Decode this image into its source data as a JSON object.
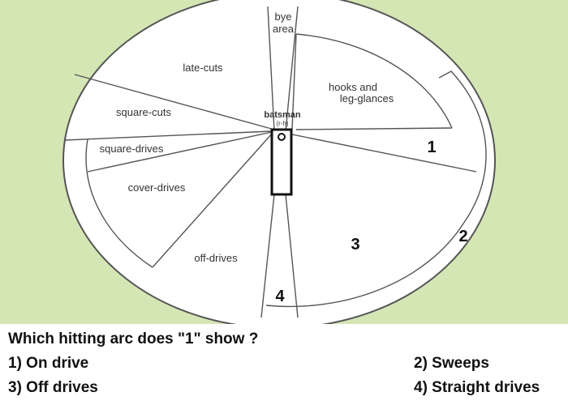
{
  "diagram": {
    "labels": {
      "bye_area_1": "bye",
      "bye_area_2": "area",
      "late_cuts": "late-cuts",
      "hooks_1": "hooks and",
      "hooks_2": "leg-glances",
      "square_cuts": "square-cuts",
      "batsman": "batsman",
      "batsman_sub": "(r-h)",
      "square_drives": "square-drives",
      "cover_drives": "cover-drives",
      "off_drives": "off-drives"
    },
    "markers": {
      "m1": "1",
      "m2": "2",
      "m3": "3",
      "m4": "4"
    },
    "colors": {
      "background": "#d5e6b5",
      "field": "#ffffff",
      "lines": "#555555"
    }
  },
  "question": {
    "text": "Which hitting arc does \"1\" show ?",
    "options": {
      "o1": "1) On drive",
      "o2": "2) Sweeps",
      "o3": "3) Off drives",
      "o4": "4) Straight drives"
    }
  }
}
